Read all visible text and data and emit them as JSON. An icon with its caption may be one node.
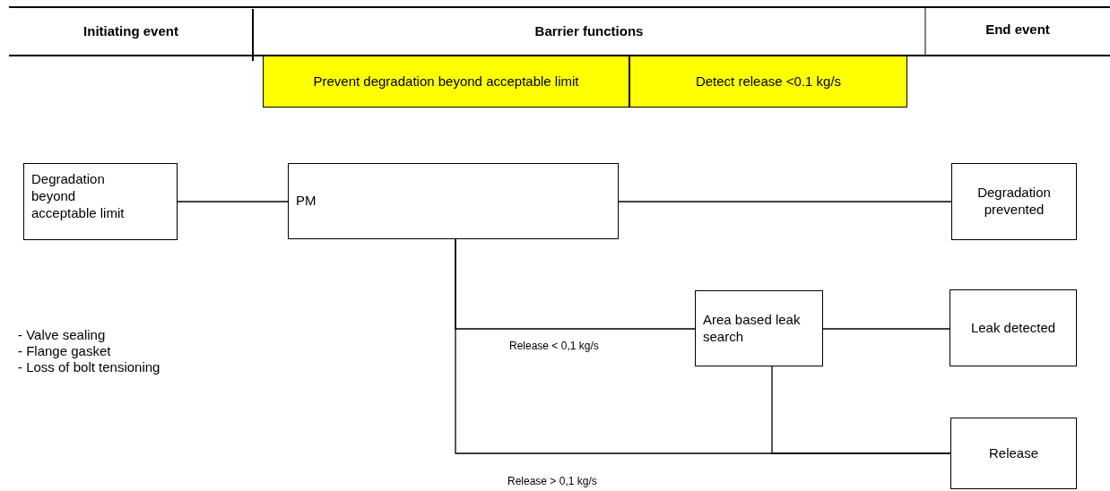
{
  "diagram": {
    "nodes": [
      {
        "text": [
          "Prevent degradation beyond acceptable limit"
        ]
      },
      {
        "text": [
          "Detect release <0.1 kg/s"
        ]
      },
      {
        "text": [
          "Degradation beyond acceptable limit"
        ]
      },
      {
        "text": [
          "PM"
        ]
      },
      {
        "text": [
          "Degradation prevented"
        ]
      },
      {
        "text": [
          "Area based leak search"
        ]
      },
      {
        "text": [
          "Leak detected"
        ]
      },
      {
        "text": [
          "Release"
        ]
      }
    ],
    "edges": [
      {
        "from": 2,
        "to": 3,
        "arrow": "none"
      },
      {
        "from": 3,
        "to": 4,
        "arrow": "none"
      },
      {
        "from": 3,
        "to": 5,
        "arrow": "none",
        "label": "Release < 0,1 kg/s"
      },
      {
        "from": 3,
        "to": 7,
        "arrow": "none",
        "label": "Release > 0,1 kg/s"
      },
      {
        "from": 5,
        "to": 6,
        "arrow": "none"
      },
      {
        "from": 5,
        "to": 7,
        "arrow": "none"
      }
    ],
    "labels": [
      "Initiating event",
      "Barrier functions",
      "End event",
      "- Valve sealing",
      "- Flange gasket",
      "- Loss of bolt tensioning"
    ]
  }
}
